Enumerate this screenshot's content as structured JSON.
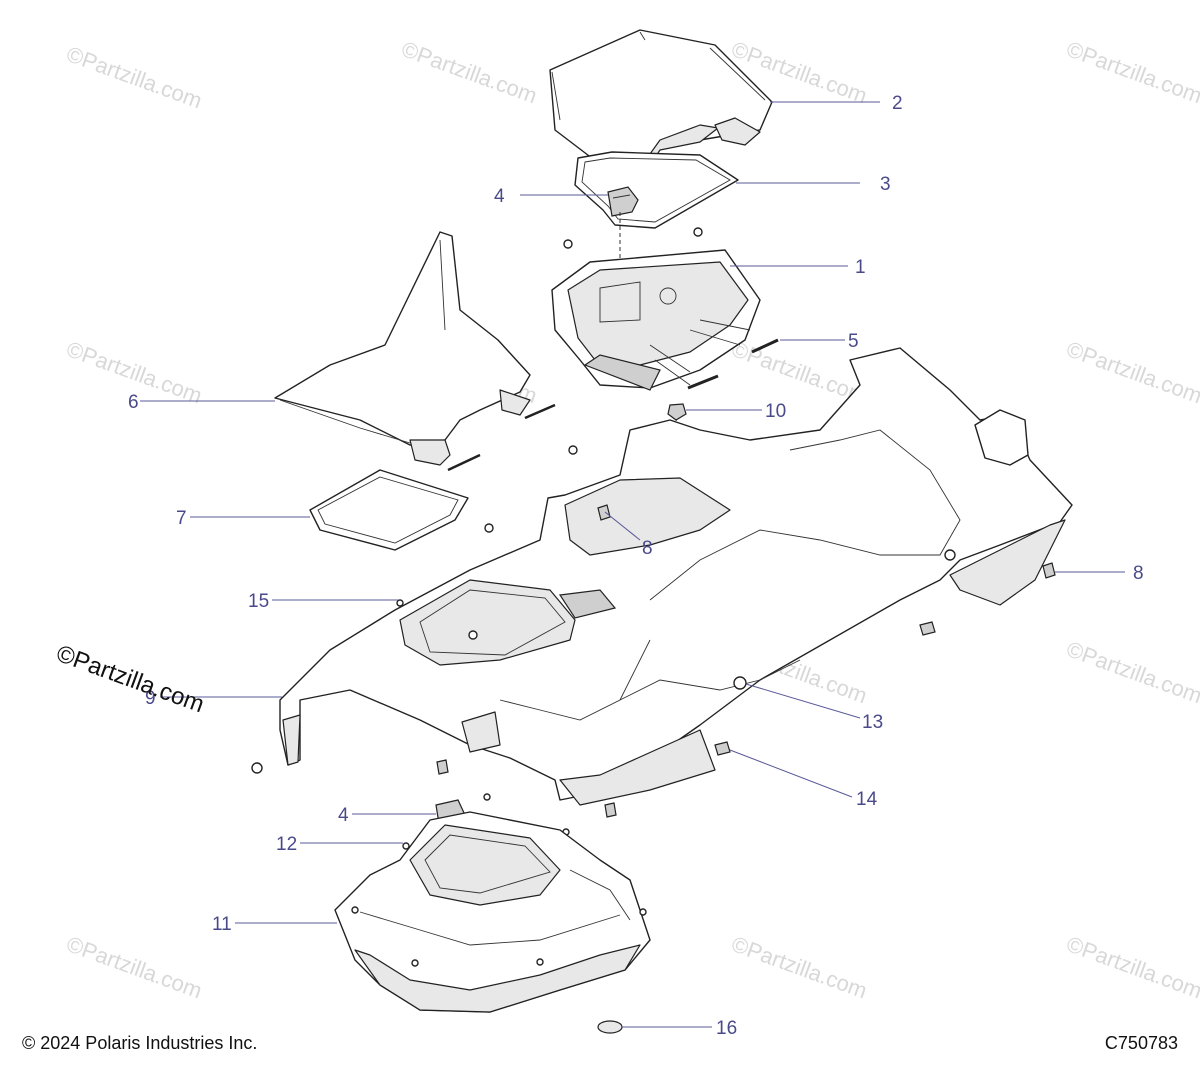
{
  "watermark_text": "©Partzilla.com",
  "stamp_text": "©Partzilla.com",
  "copyright": "© 2024 Polaris Industries Inc.",
  "diagram_code": "C750783",
  "callouts": [
    {
      "id": "c2",
      "label": "2"
    },
    {
      "id": "c3",
      "label": "3"
    },
    {
      "id": "c4a",
      "label": "4"
    },
    {
      "id": "c1",
      "label": "1"
    },
    {
      "id": "c5",
      "label": "5"
    },
    {
      "id": "c6",
      "label": "6"
    },
    {
      "id": "c10",
      "label": "10"
    },
    {
      "id": "c7",
      "label": "7"
    },
    {
      "id": "c8a",
      "label": "8"
    },
    {
      "id": "c8b",
      "label": "8"
    },
    {
      "id": "c15",
      "label": "15"
    },
    {
      "id": "c9",
      "label": "9"
    },
    {
      "id": "c13",
      "label": "13"
    },
    {
      "id": "c14",
      "label": "14"
    },
    {
      "id": "c4b",
      "label": "4"
    },
    {
      "id": "c12",
      "label": "12"
    },
    {
      "id": "c11",
      "label": "11"
    },
    {
      "id": "c16",
      "label": "16"
    }
  ],
  "colors": {
    "callout": "#4a4a8a",
    "line": "#222222",
    "watermark": "#d8d8d8"
  }
}
